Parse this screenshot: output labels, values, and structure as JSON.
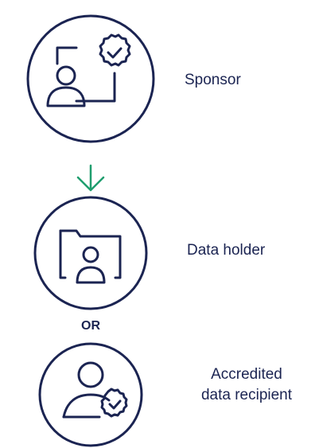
{
  "nodes": {
    "sponsor": {
      "label": "Sponsor"
    },
    "data_holder": {
      "label": "Data holder"
    },
    "accredited": {
      "label_line1": "Accredited",
      "label_line2": "data recipient"
    }
  },
  "connector": {
    "or_text": "OR"
  },
  "colors": {
    "navy": "#1b2452",
    "arrow_green": "#1f9e6e"
  },
  "icons": {
    "sponsor": "person-with-verified-badge-icon",
    "data_holder": "folder-person-icon",
    "accredited": "person-verified-icon",
    "arrow": "arrow-down-icon"
  }
}
